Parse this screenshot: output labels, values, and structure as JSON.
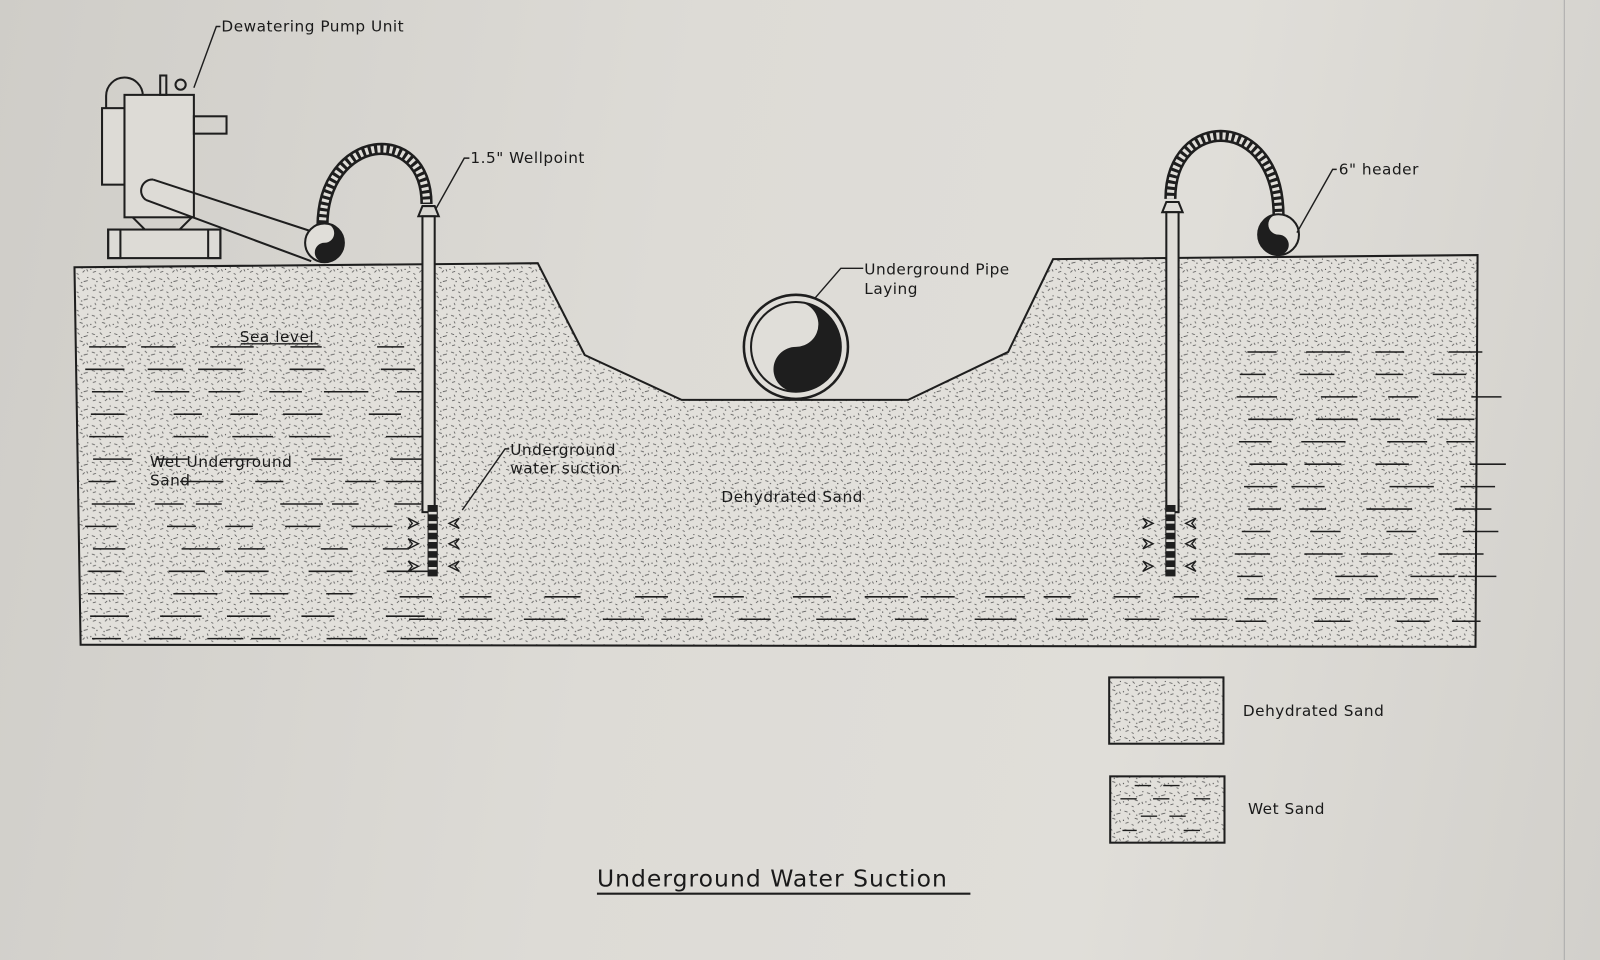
{
  "title": "Underground Water Suction",
  "labels": {
    "pump": "Dewatering Pump Unit",
    "wellpoint": "1.5\" Wellpoint",
    "header": "6\" header",
    "pipe_line1": "Underground Pipe",
    "pipe_line2": "Laying",
    "sea_level": "Sea level",
    "wet_line1": "Wet Underground",
    "wet_line2": "Sand",
    "suction_line1": "Underground",
    "suction_line2": "water suction",
    "dehydrated": "Dehydrated Sand"
  },
  "legend": [
    {
      "label": "Dehydrated Sand"
    },
    {
      "label": "Wet Sand"
    }
  ],
  "colors": {
    "ink": "#1e1e1e",
    "paper": "#dddbd6"
  }
}
